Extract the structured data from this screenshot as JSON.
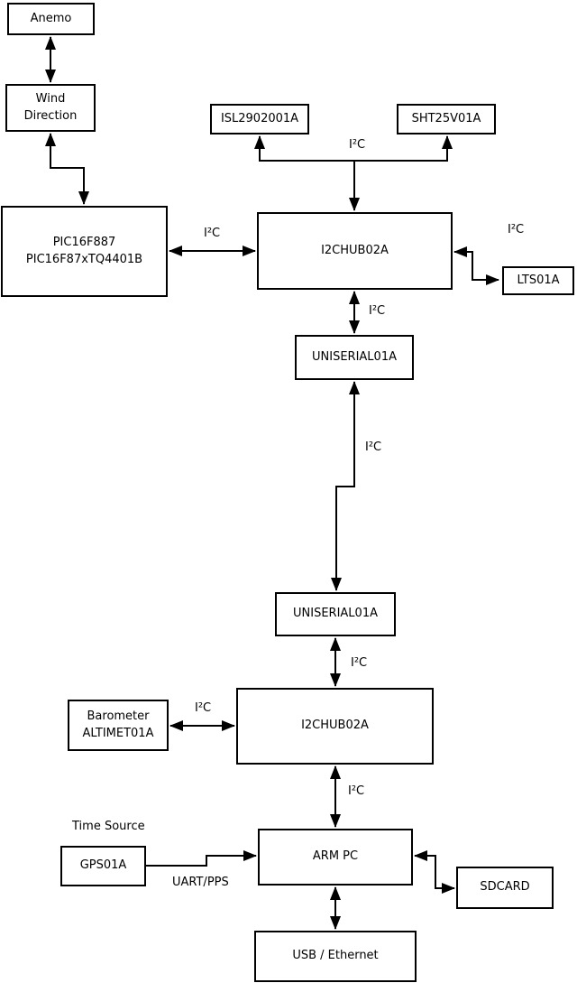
{
  "labels": {
    "i2c": "I²C",
    "uart_pps": "UART/PPS",
    "time_source": "Time Source"
  },
  "nodes": {
    "anemo": {
      "label": "Anemo"
    },
    "wind_direction": {
      "line1": "Wind",
      "line2": "Direction"
    },
    "pic": {
      "line1": "PIC16F887",
      "line2": "PIC16F87xTQ4401B"
    },
    "isl2902001a": {
      "label": "ISL2902001A"
    },
    "sht25v01a": {
      "label": "SHT25V01A"
    },
    "i2chub_top": {
      "label": "I2CHUB02A"
    },
    "lts01a": {
      "label": "LTS01A"
    },
    "uniserial_top": {
      "label": "UNISERIAL01A"
    },
    "uniserial_bottom": {
      "label": "UNISERIAL01A"
    },
    "barometer": {
      "line1": "Barometer",
      "line2": "ALTIMET01A"
    },
    "i2chub_bottom": {
      "label": "I2CHUB02A"
    },
    "gps01a": {
      "label": "GPS01A"
    },
    "arm_pc": {
      "label": "ARM PC"
    },
    "sdcard": {
      "label": "SDCARD"
    },
    "usb_ethernet": {
      "label": "USB / Ethernet"
    }
  },
  "edges": [
    {
      "from": "Anemo",
      "to": "Wind Direction",
      "label": "",
      "bidirectional": true
    },
    {
      "from": "Wind Direction",
      "to": "PIC16F887 PIC16F87xTQ4401B",
      "label": "",
      "bidirectional": true
    },
    {
      "from": "PIC16F887 PIC16F87xTQ4401B",
      "to": "I2CHUB02A (upper)",
      "label": "I²C",
      "bidirectional": true
    },
    {
      "from": "I2CHUB02A (upper)",
      "to": "ISL2902001A",
      "label": "I²C",
      "bidirectional": true
    },
    {
      "from": "I2CHUB02A (upper)",
      "to": "SHT25V01A",
      "label": "I²C",
      "bidirectional": true
    },
    {
      "from": "I2CHUB02A (upper)",
      "to": "LTS01A",
      "label": "I²C",
      "bidirectional": true
    },
    {
      "from": "I2CHUB02A (upper)",
      "to": "UNISERIAL01A (upper)",
      "label": "I²C",
      "bidirectional": true
    },
    {
      "from": "UNISERIAL01A (upper)",
      "to": "UNISERIAL01A (lower)",
      "label": "I²C",
      "bidirectional": true
    },
    {
      "from": "UNISERIAL01A (lower)",
      "to": "I2CHUB02A (lower)",
      "label": "I²C",
      "bidirectional": true
    },
    {
      "from": "Barometer ALTIMET01A",
      "to": "I2CHUB02A (lower)",
      "label": "I²C",
      "bidirectional": true
    },
    {
      "from": "I2CHUB02A (lower)",
      "to": "ARM PC",
      "label": "I²C",
      "bidirectional": true
    },
    {
      "from": "GPS01A",
      "to": "ARM PC",
      "label": "UART/PPS",
      "bidirectional": false
    },
    {
      "from": "ARM PC",
      "to": "SDCARD",
      "label": "",
      "bidirectional": true
    },
    {
      "from": "ARM PC",
      "to": "USB / Ethernet",
      "label": "",
      "bidirectional": true
    }
  ]
}
